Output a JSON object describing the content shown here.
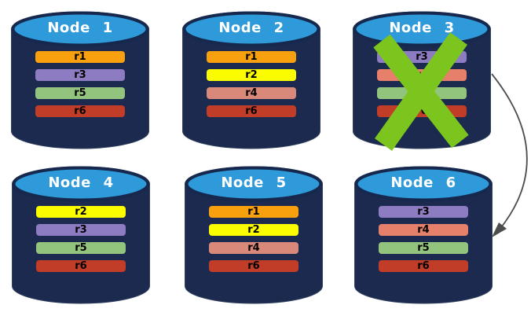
{
  "colors": {
    "cylinder_body": "#1b2a4e",
    "cylinder_lid": "#2e9ad9",
    "lid_stroke": "#16284e",
    "cross": "#7cc51f",
    "arrow": "#4d4d4d",
    "title_text": "#ffffff",
    "bar_text": "#000000",
    "replica_colors": {
      "r1": "#f9a00e",
      "r2": "#fcfc00",
      "r3": "#8e7cc3",
      "r4_light": "#d9897a",
      "r4": "#e6806a",
      "r5": "#93c47e",
      "r6": "#c13d28"
    }
  },
  "nodes": [
    {
      "title": "Node 1",
      "failed": false,
      "bars": [
        {
          "label": "r1",
          "color": "#f9a00e"
        },
        {
          "label": "r3",
          "color": "#8e7cc3"
        },
        {
          "label": "r5",
          "color": "#93c47e"
        },
        {
          "label": "r6",
          "color": "#c13d28"
        }
      ]
    },
    {
      "title": "Node 2",
      "failed": false,
      "bars": [
        {
          "label": "r1",
          "color": "#f9a00e"
        },
        {
          "label": "r2",
          "color": "#fcfc00"
        },
        {
          "label": "r4",
          "color": "#d9897a"
        },
        {
          "label": "r6",
          "color": "#c13d28"
        }
      ]
    },
    {
      "title": "Node 3",
      "failed": true,
      "bars": [
        {
          "label": "r3",
          "color": "#8e7cc3"
        },
        {
          "label": "r4",
          "color": "#e6806a"
        },
        {
          "label": "r5",
          "color": "#93c47e"
        },
        {
          "label": "r6",
          "color": "#c13d28"
        }
      ]
    },
    {
      "title": "Node 4",
      "failed": false,
      "bars": [
        {
          "label": "r2",
          "color": "#fcfc00"
        },
        {
          "label": "r3",
          "color": "#8e7cc3"
        },
        {
          "label": "r5",
          "color": "#93c47e"
        },
        {
          "label": "r6",
          "color": "#c13d28"
        }
      ]
    },
    {
      "title": "Node 5",
      "failed": false,
      "bars": [
        {
          "label": "r1",
          "color": "#f9a00e"
        },
        {
          "label": "r2",
          "color": "#fcfc00"
        },
        {
          "label": "r4",
          "color": "#d9897a"
        },
        {
          "label": "r6",
          "color": "#c13d28"
        }
      ]
    },
    {
      "title": "Node 6",
      "failed": false,
      "bars": [
        {
          "label": "r3",
          "color": "#8e7cc3"
        },
        {
          "label": "r4",
          "color": "#e6806a"
        },
        {
          "label": "r5",
          "color": "#93c47e"
        },
        {
          "label": "r6",
          "color": "#c13d28"
        }
      ]
    }
  ],
  "icons": {
    "cross": "failure-x-icon",
    "arrow": "failover-arrow-icon",
    "cylinder": "database-cylinder-icon"
  },
  "connector": {
    "from": "Node 3",
    "to": "Node 6"
  }
}
